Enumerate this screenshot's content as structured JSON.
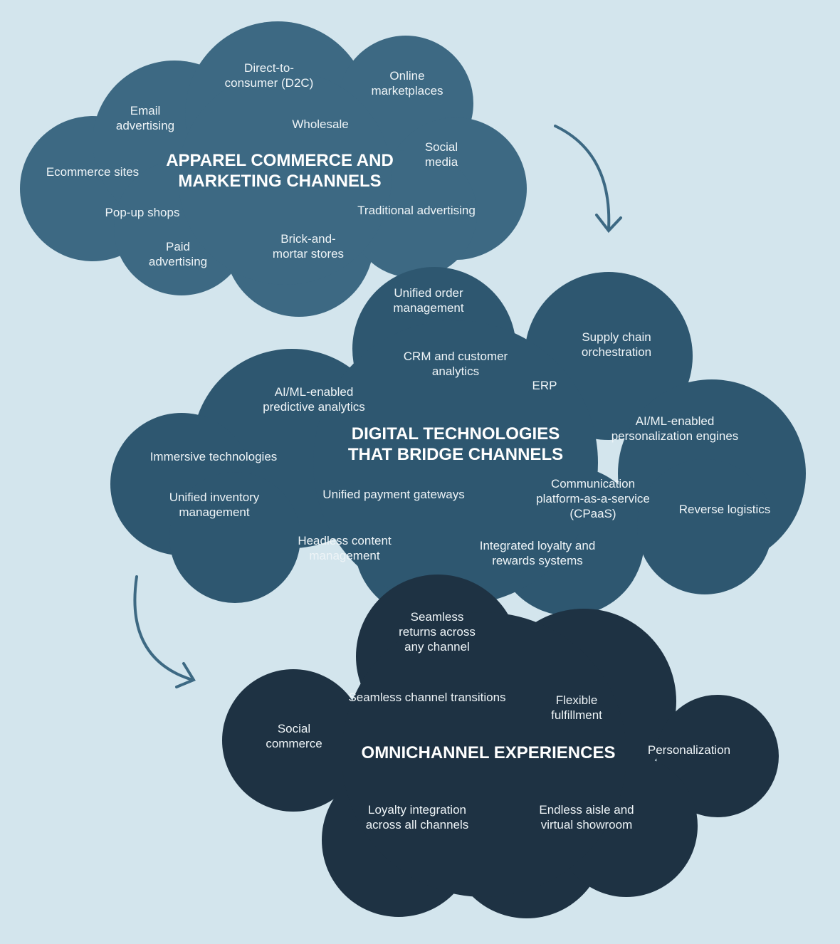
{
  "colors": {
    "background": "#d3e5ed",
    "cloud1": "#3d6983",
    "cloud2": "#2e5770",
    "cloud3": "#1e3243",
    "arrow": "#3d6983"
  },
  "clouds": [
    {
      "title": [
        "APPAREL COMMERCE AND",
        "MARKETING CHANNELS"
      ],
      "items": [
        [
          "Direct-to-",
          "consumer (D2C)"
        ],
        [
          "Online",
          "marketplaces"
        ],
        [
          "Email",
          "advertising"
        ],
        [
          "Wholesale"
        ],
        [
          "Social",
          "media"
        ],
        [
          "Ecommerce sites"
        ],
        [
          "Pop-up shops"
        ],
        [
          "Traditional advertising"
        ],
        [
          "Brick-and-",
          "mortar stores"
        ],
        [
          "Paid",
          "advertising"
        ]
      ]
    },
    {
      "title": [
        "DIGITAL TECHNOLOGIES",
        "THAT BRIDGE CHANNELS"
      ],
      "items": [
        [
          "Unified order",
          "management"
        ],
        [
          "Supply chain",
          "orchestration"
        ],
        [
          "CRM and customer",
          "analytics"
        ],
        [
          "ERP"
        ],
        [
          "AI/ML-enabled",
          "predictive analytics"
        ],
        [
          "AI/ML-enabled",
          "personalization engines"
        ],
        [
          "Immersive technologies"
        ],
        [
          "Unified inventory",
          "management"
        ],
        [
          "Unified payment gateways"
        ],
        [
          "Communication",
          "platform-as-a-service",
          "(CPaaS)"
        ],
        [
          "Reverse logistics"
        ],
        [
          "Headless content",
          "management"
        ],
        [
          "Integrated loyalty and",
          "rewards systems"
        ]
      ]
    },
    {
      "title": [
        "OMNICHANNEL EXPERIENCES"
      ],
      "items": [
        [
          "Seamless",
          "returns across",
          "any channel"
        ],
        [
          "Seamless channel transitions"
        ],
        [
          "Flexible",
          "fulfillment"
        ],
        [
          "Social",
          "commerce"
        ],
        [
          "Personalization"
        ],
        [
          "Loyalty integration",
          "across all channels"
        ],
        [
          "Endless aisle and",
          "virtual showroom"
        ]
      ]
    }
  ]
}
